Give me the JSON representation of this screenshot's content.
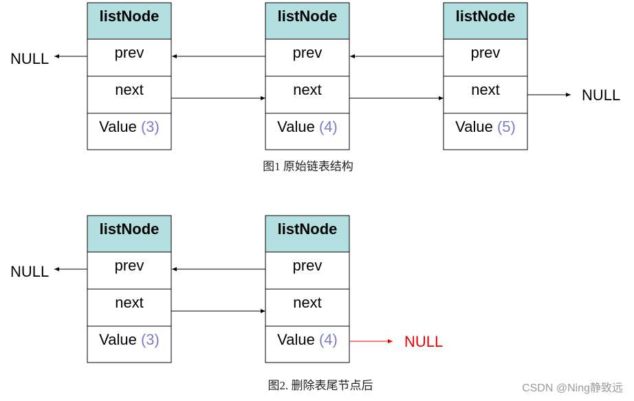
{
  "figure1": {
    "nodes": [
      {
        "header": "listNode",
        "prev": "prev",
        "next": "next",
        "value_label": "Value",
        "value_num": "(3)"
      },
      {
        "header": "listNode",
        "prev": "prev",
        "next": "next",
        "value_label": "Value",
        "value_num": "(4)"
      },
      {
        "header": "listNode",
        "prev": "prev",
        "next": "next",
        "value_label": "Value",
        "value_num": "(5)"
      }
    ],
    "null_left": "NULL",
    "null_right": "NULL",
    "caption": "图1  原始链表结构"
  },
  "figure2": {
    "nodes": [
      {
        "header": "listNode",
        "prev": "prev",
        "next": "next",
        "value_label": "Value",
        "value_num": "(3)"
      },
      {
        "header": "listNode",
        "prev": "prev",
        "next": "next",
        "value_label": "Value",
        "value_num": "(4)"
      }
    ],
    "null_left": "NULL",
    "null_right": "NULL",
    "caption": "图2. 删除表尾节点后"
  },
  "watermark": "CSDN @Ning静致远",
  "colors": {
    "header_fill": "#b4dfe0",
    "value_number": "#7b7bc8",
    "removed_link": "#e80000"
  }
}
